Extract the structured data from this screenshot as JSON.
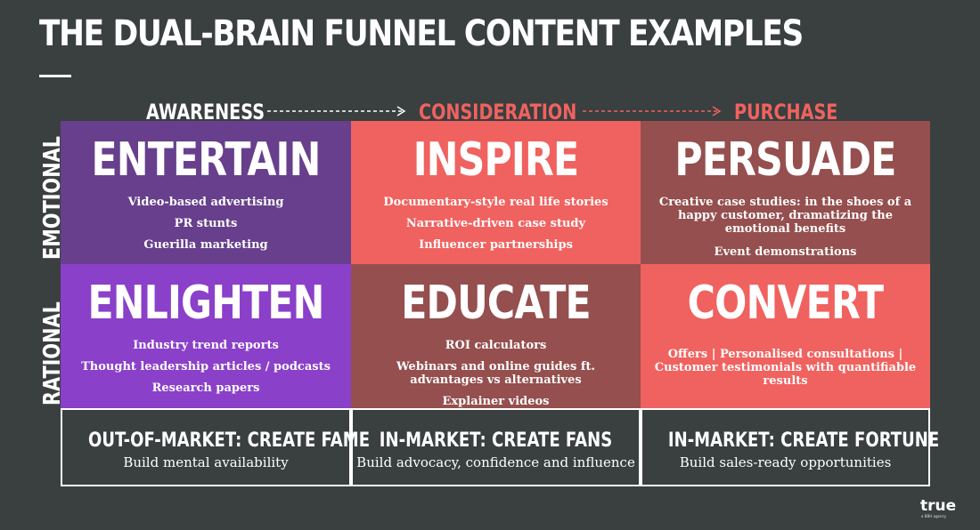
{
  "title": "THE DUAL-BRAIN FUNNEL CONTENT EXAMPLES",
  "stages": {
    "awareness": "AWARENESS",
    "consideration": "CONSIDERATION",
    "purchase": "PURCHASE"
  },
  "rows": {
    "emotional": "EMOTIONAL",
    "rational": "RATIONAL"
  },
  "cells": {
    "entertain": {
      "heading": "ENTERTAIN",
      "items": [
        "Video-based advertising",
        "PR stunts",
        "Guerilla marketing"
      ]
    },
    "inspire": {
      "heading": "INSPIRE",
      "items": [
        "Documentary-style real life stories",
        "Narrative-driven case study",
        "Influencer partnerships"
      ]
    },
    "persuade": {
      "heading": "PERSUADE",
      "items": [
        "Creative case studies: in the shoes of a happy customer, dramatizing the emotional benefits",
        "Event demonstrations"
      ]
    },
    "enlighten": {
      "heading": "ENLIGHTEN",
      "items": [
        "Industry trend reports",
        "Thought leadership articles / podcasts",
        "Research papers"
      ]
    },
    "educate": {
      "heading": "EDUCATE",
      "items": [
        "ROI calculators",
        "Webinars and online guides ft. advantages vs alternatives",
        "Explainer videos"
      ]
    },
    "convert": {
      "heading": "CONVERT",
      "items": [
        "Offers | Personalised consultations | Customer testimonials with quantifiable results"
      ]
    }
  },
  "footer": [
    {
      "heading": "OUT-OF-MARKET: CREATE FAME",
      "sub": "Build mental availability"
    },
    {
      "heading": "IN-MARKET: CREATE FANS",
      "sub": "Build advocacy, confidence and influence"
    },
    {
      "heading": "IN-MARKET: CREATE FORTUNE",
      "sub": "Build sales-ready opportunities"
    }
  ],
  "logo": {
    "text": "true",
    "tagline": "a BBH agency"
  },
  "colors": {
    "background": "#3a3f40",
    "coral": "#f0625f",
    "dark_purple": "#673f8c",
    "bright_purple": "#8a40c9",
    "brown": "#944f4e"
  }
}
